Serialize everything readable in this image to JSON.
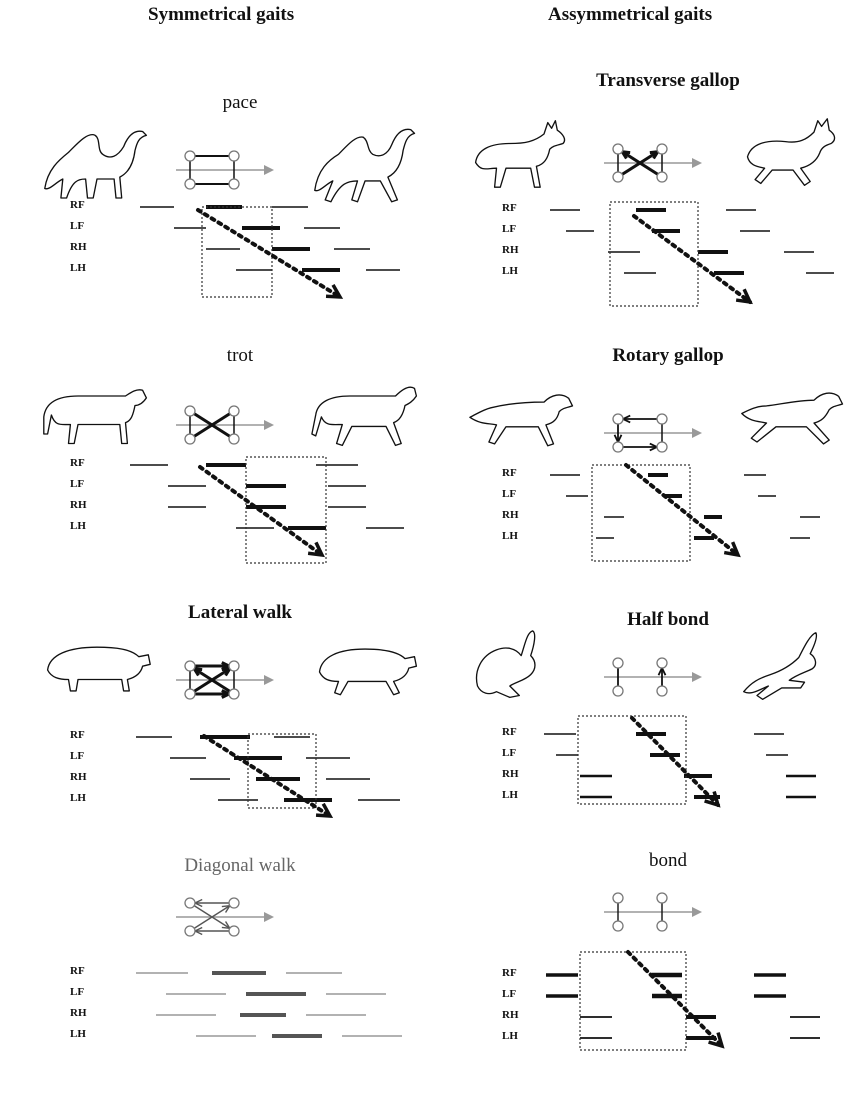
{
  "headers": {
    "left": "Symmetrical gaits",
    "right": "Assymmetrical gaits"
  },
  "leg_labels": [
    "RF",
    "LF",
    "RH",
    "LH"
  ],
  "panels": [
    {
      "id": "pace",
      "title": "pace",
      "animal": "camel",
      "pattern": "pace",
      "bold": false,
      "grey": false
    },
    {
      "id": "transverse-gallop",
      "title": "Transverse gallop",
      "animal": "goat",
      "pattern": "transverse",
      "bold": true,
      "grey": false
    },
    {
      "id": "trot",
      "title": "trot",
      "animal": "cow",
      "pattern": "trot",
      "bold": false,
      "grey": false
    },
    {
      "id": "rotary-gallop",
      "title": "Rotary gallop",
      "animal": "dog",
      "pattern": "rotary",
      "bold": true,
      "grey": false
    },
    {
      "id": "lateral-walk",
      "title": "Lateral walk",
      "animal": "pig",
      "pattern": "lateral",
      "bold": true,
      "grey": false
    },
    {
      "id": "half-bond",
      "title": "Half bond",
      "animal": "rabbit",
      "pattern": "halfbond",
      "bold": true,
      "grey": false
    },
    {
      "id": "diagonal-walk",
      "title": "Diagonal walk",
      "animal": "",
      "pattern": "diagonal",
      "bold": false,
      "grey": true
    },
    {
      "id": "bond",
      "title": "bond",
      "animal": "",
      "pattern": "bond",
      "bold": false,
      "grey": false
    }
  ],
  "colors": {
    "ink": "#111111",
    "grey": "#888888",
    "dotted": "#333333"
  }
}
